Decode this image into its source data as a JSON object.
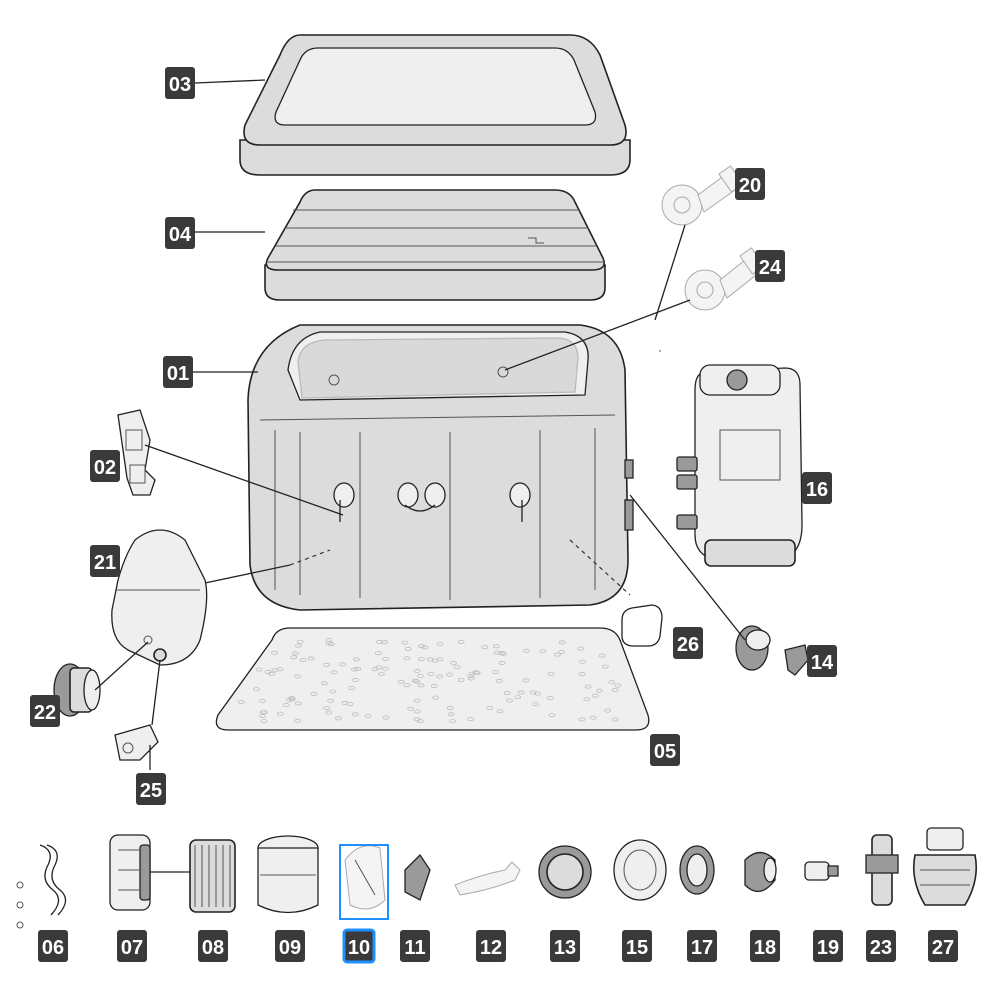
{
  "parts": {
    "p01": "01",
    "p02": "02",
    "p03": "03",
    "p04": "04",
    "p05": "05",
    "p06": "06",
    "p07": "07",
    "p08": "08",
    "p09": "09",
    "p10": "10",
    "p11": "11",
    "p12": "12",
    "p13": "13",
    "p14": "14",
    "p15": "15",
    "p16": "16",
    "p17": "17",
    "p18": "18",
    "p19": "19",
    "p20": "20",
    "p21": "21",
    "p22": "22",
    "p23": "23",
    "p24": "24",
    "p25": "25",
    "p26": "26",
    "p27": "27"
  },
  "selected_part": "10",
  "colors": {
    "label_bg": "#3a3a3a",
    "label_text": "#ffffff",
    "selection": "#1e90ff",
    "part_fill": "#dcdcdc"
  }
}
